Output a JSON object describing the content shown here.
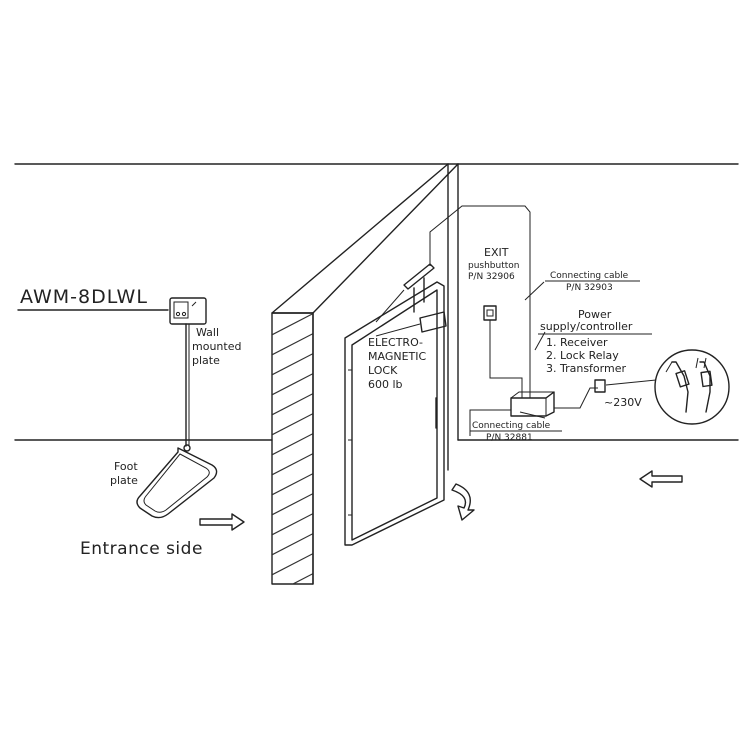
{
  "labels": {
    "model": "AWM-8DLWL",
    "wall_plate": [
      "Wall",
      "mounted",
      "plate"
    ],
    "foot_plate": [
      "Foot",
      "plate"
    ],
    "entrance": "Entrance side",
    "lock": [
      "ELECTRO-",
      "MAGNETIC",
      "LOCK",
      "600 lb"
    ],
    "exit_button": [
      "EXIT",
      "pushbutton",
      "P/N 32906"
    ],
    "cable_top": [
      "Connecting cable",
      "P/N 32903"
    ],
    "power": [
      "Power",
      "supply/controller"
    ],
    "components": [
      "1. Receiver",
      "2. Lock Relay",
      "3. Transformer"
    ],
    "voltage": "~230V",
    "cable_bottom": [
      "Connecting cable",
      "P/N 32881"
    ]
  }
}
